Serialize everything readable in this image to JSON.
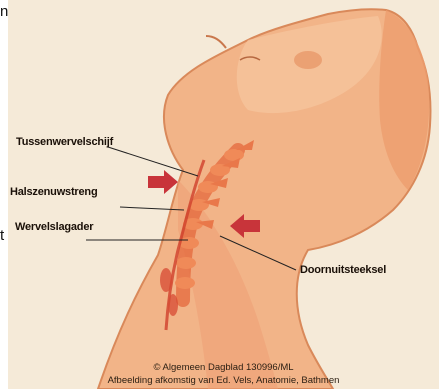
{
  "page_fragments": {
    "top": "n",
    "middle": "t"
  },
  "labels": {
    "tussenwervelschijf": "Tussenwervelschijf",
    "halszenuwstreng": "Halszenuwstreng",
    "wervelslagader": "Wervelslagader",
    "doornuitsteeksel": "Doornuitsteeksel"
  },
  "credits": {
    "line1": "© Algemeen Dagblad 130996/ML",
    "line2": "Afbeelding afkomstig van Ed. Vels, Anatomie, Bathmen"
  },
  "colors": {
    "background": "#f5ead8",
    "skin": "#f2b488",
    "skin_shadow": "#e98a5c",
    "spine": "#e4683c",
    "arrow": "#c8343a"
  }
}
